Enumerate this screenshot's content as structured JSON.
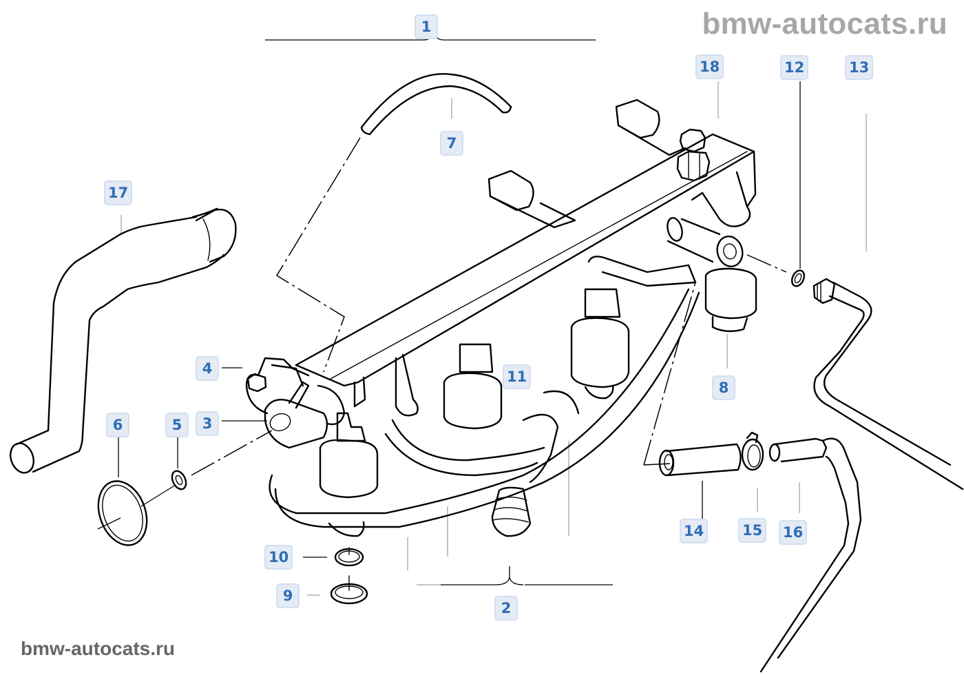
{
  "diagram": {
    "title": "Fuel injection rail with injectors — exploded parts view",
    "line_color": "#000000",
    "background": "#ffffff"
  },
  "callout_style": {
    "fill": "#e4ebf5",
    "border": "#d3dff0",
    "text": "#2f6db5"
  },
  "callouts": [
    {
      "id": "1",
      "label": "1"
    },
    {
      "id": "2",
      "label": "2"
    },
    {
      "id": "3",
      "label": "3"
    },
    {
      "id": "4",
      "label": "4"
    },
    {
      "id": "5",
      "label": "5"
    },
    {
      "id": "6",
      "label": "6"
    },
    {
      "id": "7",
      "label": "7"
    },
    {
      "id": "8",
      "label": "8"
    },
    {
      "id": "9",
      "label": "9"
    },
    {
      "id": "10",
      "label": "10"
    },
    {
      "id": "11",
      "label": "11"
    },
    {
      "id": "12",
      "label": "12"
    },
    {
      "id": "13",
      "label": "13"
    },
    {
      "id": "14",
      "label": "14"
    },
    {
      "id": "15",
      "label": "15"
    },
    {
      "id": "16",
      "label": "16"
    },
    {
      "id": "17",
      "label": "17"
    },
    {
      "id": "18",
      "label": "18"
    }
  ],
  "watermarks": {
    "top": "bmw-autocats.ru",
    "bottom": "bmw-autocats.ru",
    "top_color": "#a7a7a7",
    "bottom_color": "#666666"
  }
}
